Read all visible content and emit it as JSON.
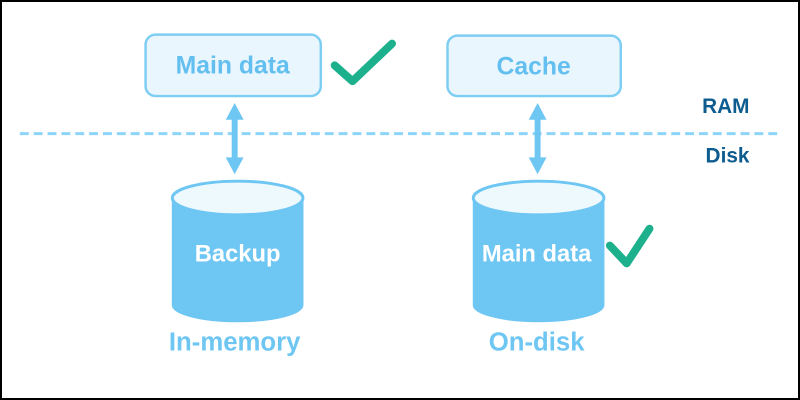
{
  "diagram": {
    "layers": {
      "top": "RAM",
      "bottom": "Disk"
    },
    "in_memory": {
      "ram_box": "Main data",
      "ram_box_checked": true,
      "disk_cylinder": "Backup",
      "caption": "In-memory"
    },
    "on_disk": {
      "ram_box": "Cache",
      "disk_cylinder": "Main data",
      "disk_cylinder_checked": true,
      "caption": "On-disk"
    },
    "icons": {
      "check": "checkmark-icon"
    },
    "colors": {
      "accent_blue": "#6ec6f3",
      "box_fill": "#e9f6fe",
      "box_border": "#7ecdf3",
      "box_text": "#62bfef",
      "layer_text_dark_blue": "#0d5c8f",
      "check_green": "#1db08c",
      "divider_blue": "#8dd5f8",
      "cylinder_top_fill": "#eef9fe",
      "cylinder_text": "#ffffff",
      "frame_border": "#000000"
    }
  }
}
